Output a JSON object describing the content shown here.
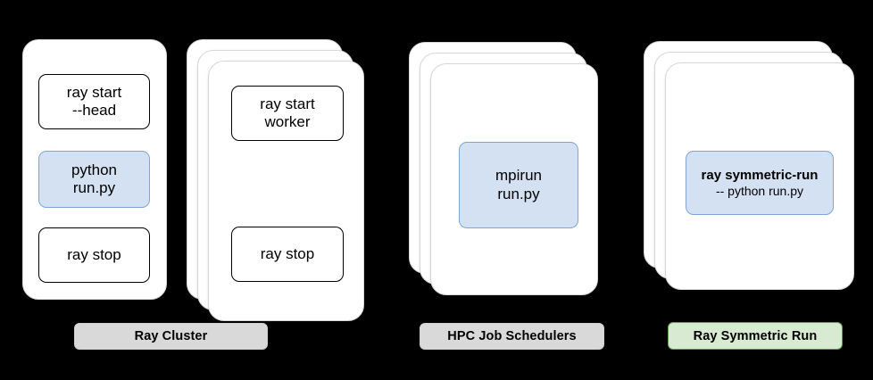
{
  "diagram": {
    "background_color": "#000000",
    "accent_fill": "#d4e1f2",
    "accent_border": "#7ea6d4",
    "plate_grey_fill": "#d9d9d9",
    "plate_green_fill": "#d9ead3",
    "plate_green_border": "#5e9b4a",
    "groups": [
      {
        "id": "ray-cluster",
        "plate_label": "Ray Cluster",
        "plate_style": "grey",
        "head_node": {
          "steps": [
            {
              "id": "ray-start-head",
              "style": "plain",
              "line1": "ray start",
              "line2": "--head"
            },
            {
              "id": "python-run-py",
              "style": "accent",
              "line1": "python",
              "line2": "run.py"
            },
            {
              "id": "ray-stop-head",
              "style": "plain",
              "line1": "ray stop",
              "line2": ""
            }
          ]
        },
        "worker_nodes": {
          "stack_count": 3,
          "steps": [
            {
              "id": "ray-start-worker",
              "style": "plain",
              "line1": "ray start",
              "line2": "worker"
            },
            {
              "id": "ray-stop-worker",
              "style": "plain",
              "line1": "ray stop",
              "line2": ""
            }
          ]
        }
      },
      {
        "id": "hpc-job-schedulers",
        "plate_label": "HPC Job Schedulers",
        "plate_style": "grey",
        "nodes": {
          "stack_count": 3,
          "steps": [
            {
              "id": "mpirun-run-py",
              "style": "accent",
              "line1": "mpirun",
              "line2": "run.py"
            }
          ]
        }
      },
      {
        "id": "ray-symmetric-run",
        "plate_label": "Ray Symmetric Run",
        "plate_style": "green",
        "nodes": {
          "stack_count": 3,
          "steps": [
            {
              "id": "ray-symmetric-run-cmd",
              "style": "accent",
              "emphasis": true,
              "line1": "ray symmetric-run",
              "line2": "-- python run.py"
            }
          ]
        }
      }
    ]
  }
}
